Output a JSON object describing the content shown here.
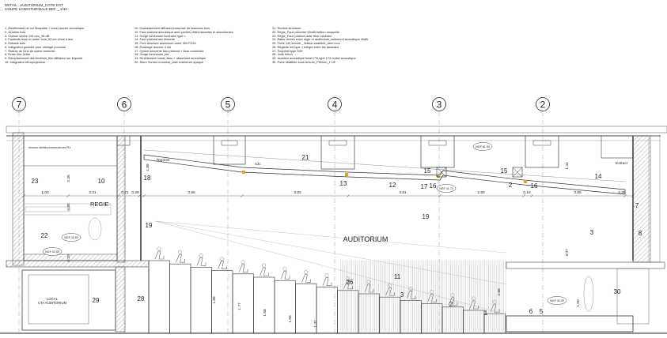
{
  "header": {
    "title": "DETAIL : AUDITORIUM_COTE EST",
    "subtitle": "COUPE LONGITUDINALE BEF _ 1/40"
  },
  "legend": [
    [
      "1. Revêtement de sol Moquette + sous couche acoustique",
      "2. Gradins bois",
      "3. Cloison sèche 100 mm_38 dB",
      "4. Fauteuils tissu et carter bois_53 cm d'axe à axe",
      "5. Estrade bois",
      "6. Intégration goulotte pour câblage ponctuel",
      "7. Rideau de fond de scène motorisé",
      "8. Ecran fixe 3x5m",
      "9. Remplacement des fenêtres_film diffuseur sur imposte",
      "10. Intégration rétroprojecteur"
    ],
    [
      "11. Soubassement diffusant composé de tasseaux bois",
      "12. Faux plafond acoustique avec parties réfléchissantes et absorbantes",
      "13. Gorge lumineuse luminaire type L",
      "14. Faux plafond sec étanche",
      "15. Pont structure aluminium carré 300 FD34",
      "16. Eclairage douche 4 led",
      "17. Option descente faux plafond + lisse motorisée",
      "18. Gorge lumineuse_led",
      "19. Revêtement mural_tissu + absorbant acoustique",
      "20. Store Screen motorisé_face extérieure opaque"
    ],
    [
      "21. Renfort structurel",
      "22. Régie_Faux plancher 60x60 finition moquette",
      "23. Régie_Faux plafond dalle fibre minérale",
      "24. Baies vitrées entre régie et auditorium_isolement acoustique 40dB",
      "25. Porte 140 tercole _ finition stratifiée_trent inox",
      "26. Réglette led type J intégré entre les tasseaux",
      "27. Soupirail type S09",
      "28. Voile béton",
      "29. Isolation acoustique local CTA type LT2 notice acoustique",
      "30. Porte stratifiée sous tenture_PM0cm_1 UF"
    ]
  ],
  "grid_axes": [
    "7",
    "6",
    "5",
    "4",
    "3",
    "2"
  ],
  "dimensions": [
    "1.00",
    "2.21",
    "0.71",
    "0.28",
    "3.65",
    "3.82",
    "3.61",
    "2.50",
    "0.16",
    "3.55",
    "0.28",
    "2.35",
    "0.85",
    "0.20",
    "1.89",
    "1.42",
    "3.07",
    "2.88",
    "1.89",
    "1.77",
    "1.68",
    "1.55",
    "1.37",
    "1.00"
  ],
  "callouts": [
    "21",
    "23",
    "10",
    "18",
    "13",
    "12",
    "17",
    "16",
    "15",
    "15",
    "2",
    "16",
    "14",
    "7",
    "19",
    "19",
    "22",
    "3",
    "8",
    "11",
    "26",
    "3",
    "2",
    "1",
    "6",
    "5",
    "28",
    "29",
    "30"
  ],
  "room_labels": {
    "auditorium": "AUDITORIUM",
    "regie": "REGIE",
    "reprise": "Reprise",
    "extract": "Extract",
    "cdc": "cdc",
    "local_cta_1": "LOCAL",
    "local_cta_2": "CTA AUDITORIUM",
    "window_note": "niveau ventilo/convecteurs R1"
  },
  "level_tags": [
    "NGF 61.90",
    "NGF 41.70",
    "NGF 31.60",
    "NGF 31.80",
    "NGF 30.90"
  ]
}
